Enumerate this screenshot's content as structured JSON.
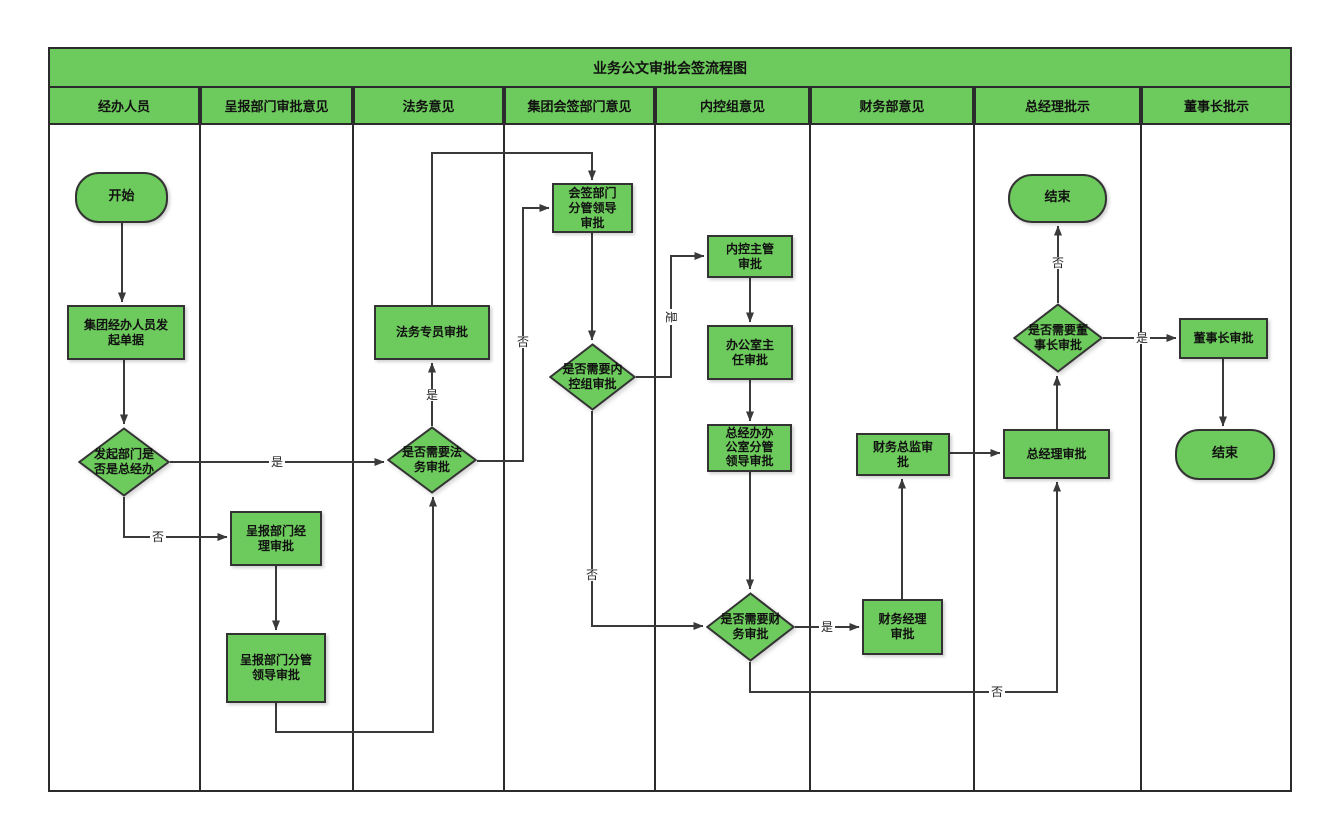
{
  "title": "业务公文审批会签流程图",
  "lanes": [
    {
      "label": "经办人员"
    },
    {
      "label": "呈报部门审批意见"
    },
    {
      "label": "法务意见"
    },
    {
      "label": "集团会签部门意见"
    },
    {
      "label": "内控组意见"
    },
    {
      "label": "财务部意见"
    },
    {
      "label": "总经理批示"
    },
    {
      "label": "董事长批示"
    }
  ],
  "nodes": {
    "start": {
      "type": "terminator",
      "label": "开始"
    },
    "initiate": {
      "type": "process",
      "label": "集团经办人员发\n起单据"
    },
    "is_gm_office": {
      "type": "decision",
      "label": "发起部门是\n否是总经办"
    },
    "dept_manager": {
      "type": "process",
      "label": "呈报部门经\n理审批"
    },
    "dept_leader": {
      "type": "process",
      "label": "呈报部门分管\n领导审批"
    },
    "legal_specialist": {
      "type": "process",
      "label": "法务专员审批"
    },
    "need_legal": {
      "type": "decision",
      "label": "是否需要法\n务审批"
    },
    "countersign_leader": {
      "type": "process",
      "label": "会签部门\n分管领导\n审批"
    },
    "need_ic": {
      "type": "decision",
      "label": "是否需要内\n控组审批"
    },
    "ic_supervisor": {
      "type": "process",
      "label": "内控主管\n审批"
    },
    "office_director": {
      "type": "process",
      "label": "办公室主\n任审批"
    },
    "gm_office_leader": {
      "type": "process",
      "label": "总经办办\n公室分管\n领导审批"
    },
    "need_finance": {
      "type": "decision",
      "label": "是否需要财\n务审批"
    },
    "finance_director": {
      "type": "process",
      "label": "财务总监审\n批"
    },
    "finance_manager": {
      "type": "process",
      "label": "财务经理\n审批"
    },
    "gm_approve": {
      "type": "process",
      "label": "总经理审批"
    },
    "need_chairman": {
      "type": "decision",
      "label": "是否需要董\n事长审批"
    },
    "end_gm": {
      "type": "terminator",
      "label": "结束"
    },
    "chairman_approve": {
      "type": "process",
      "label": "董事长审批"
    },
    "end_chairman": {
      "type": "terminator",
      "label": "结束"
    }
  },
  "labels": {
    "yes": "是",
    "no": "否"
  },
  "colors": {
    "shape_fill": "#6dca5c",
    "shape_border": "#333333",
    "connector": "#3a3a3a"
  }
}
